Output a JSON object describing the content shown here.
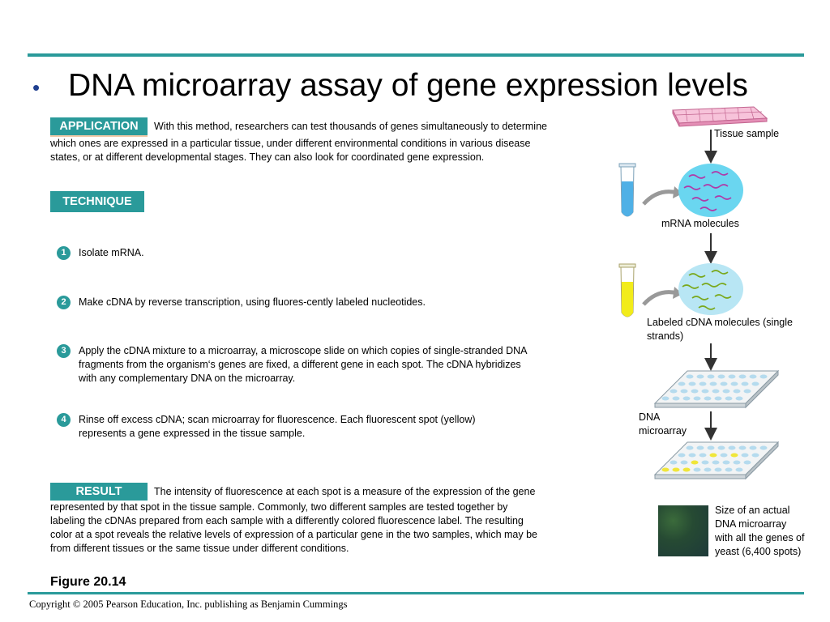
{
  "title": "DNA microarray assay of gene expression levels",
  "bullet": "•",
  "application": {
    "label": "APPLICATION",
    "text": "With this method, researchers can test thousands of genes simultaneously to determine which ones are expressed in a particular tissue, under different environmental conditions in various disease states, or at different developmental stages. They can also look for coordinated gene expression."
  },
  "technique": {
    "label": "TECHNIQUE"
  },
  "steps": [
    {
      "num": "1",
      "text": "Isolate mRNA."
    },
    {
      "num": "2",
      "text": "Make cDNA by reverse transcription, using fluores-cently labeled nucleotides."
    },
    {
      "num": "3",
      "text": "Apply the cDNA mixture to a microarray, a microscope slide on which copies of single-stranded DNA fragments from the organism‘s genes are fixed, a different gene in each spot. The cDNA hybridizes with any complementary DNA on the microarray."
    },
    {
      "num": "4",
      "text": "Rinse off excess cDNA; scan microarray for fluorescence. Each fluorescent spot (yellow) represents a gene expressed in the tissue sample."
    }
  ],
  "result": {
    "label": "RESULT",
    "text": "The intensity of fluorescence at each spot is a measure of the expression of the gene represented by that spot in the tissue sample. Commonly, two different samples are tested together by labeling the cDNAs prepared from each sample with a differently colored fluorescence label. The resulting color at a spot reveals the relative levels of expression of a particular gene in the two samples, which may be from different tissues or the same tissue under different conditions."
  },
  "diagram": {
    "tissue_label": "Tissue sample",
    "mrna_label": "mRNA molecules",
    "cdna_label": "Labeled cDNA molecules (single strands)",
    "microarray_label": "DNA microarray",
    "size_label": "Size of an actual DNA microarray with all the genes of yeast  (6,400 spots)"
  },
  "figure_label": "Figure 20.14",
  "copyright": "Copyright © 2005 Pearson Education, Inc. publishing as Benjamin Cummings",
  "colors": {
    "accent": "#2a9a9a",
    "bullet": "#1f3f8f",
    "tissue": "#f3a8c8",
    "mrna_fill": "#6ad6f0",
    "mrna_strand": "#b03aa8",
    "cdna_fill": "#b8e6f4",
    "cdna_strand": "#7aa81c",
    "tube_blue": "#4fb0e6",
    "tube_yellow": "#f2ec1a",
    "spot": "#b5dbee",
    "spot_lit": "#f0e63a"
  }
}
